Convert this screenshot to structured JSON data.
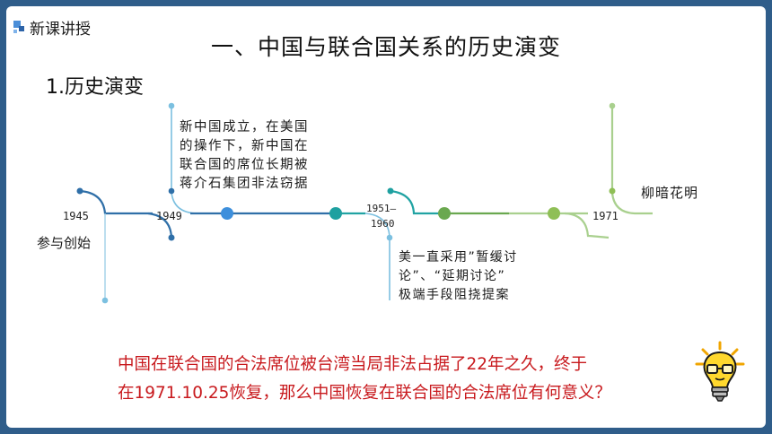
{
  "section_tag": "新课讲授",
  "title": "一、中国与联合国关系的历史演变",
  "subtitle": "1.历史演变",
  "timeline": {
    "years": {
      "y1945": "1945",
      "y1949": "1949",
      "y1951": "1951—",
      "y1960": "1960",
      "y1971": "1971"
    },
    "labels": {
      "founding": "参与创始",
      "turnaround": "柳暗花明"
    },
    "notes": {
      "note_1949": [
        "新中国成立，在美国",
        "的操作下，新中国在",
        "联合国的席位长期被",
        "蒋介石集团非法窃据"
      ],
      "note_1951": [
        "美一直采用”暂缓讨",
        "论”、“延期讨论”",
        "极端手段阻挠提案"
      ]
    },
    "colors": {
      "blue": "#2f6fa8",
      "light_blue": "#9fd0e8",
      "teal": "#21a3a3",
      "green": "#6aa84f",
      "light_green": "#a9d08e",
      "dot_blue": "#3d8fdc",
      "dot_teal": "#1ea0a0",
      "dot_green": "#6aa84f",
      "dot_lime": "#8fbf56"
    }
  },
  "question": {
    "line1": "中国在联合国的合法席位被台湾当局非法占据了22年之久，终于",
    "line2": "在1971.10.25恢复，那么中国恢复在联合国的合法席位有何意义？"
  }
}
